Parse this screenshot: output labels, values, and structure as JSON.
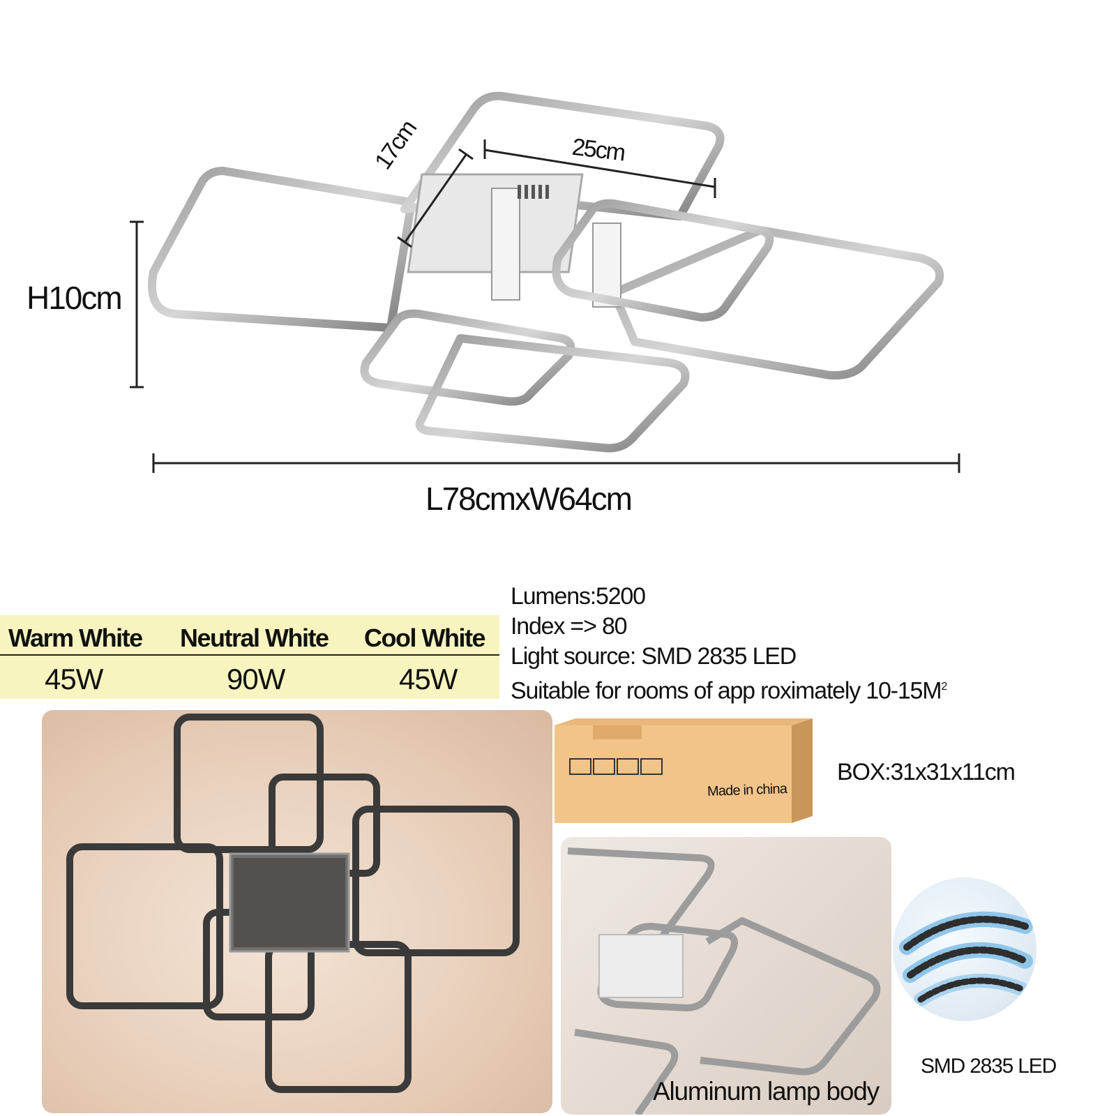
{
  "dimensions": {
    "height": "H10cm",
    "total": "L78cmxW64cm",
    "inner_width": "25cm",
    "inner_depth": "17cm"
  },
  "power_table": {
    "columns": [
      {
        "label": "Warm White",
        "watts": "45W"
      },
      {
        "label": "Neutral White",
        "watts": "90W"
      },
      {
        "label": "Cool White",
        "watts": "45W"
      }
    ],
    "background": "#f7f4c0"
  },
  "specs": {
    "lumens": "Lumens:5200",
    "index": "Index => 80",
    "light_source": "Light source: SMD 2835 LED",
    "rooms": "Suitable for rooms of app roximately 10-15M",
    "rooms_sup": "2"
  },
  "box": {
    "label": "BOX:31x31x11cm",
    "printed_text": "Made in china",
    "color": "#f2c48a"
  },
  "captions": {
    "aluminum": "Aluminum lamp body",
    "smd": "SMD 2835 LED"
  }
}
